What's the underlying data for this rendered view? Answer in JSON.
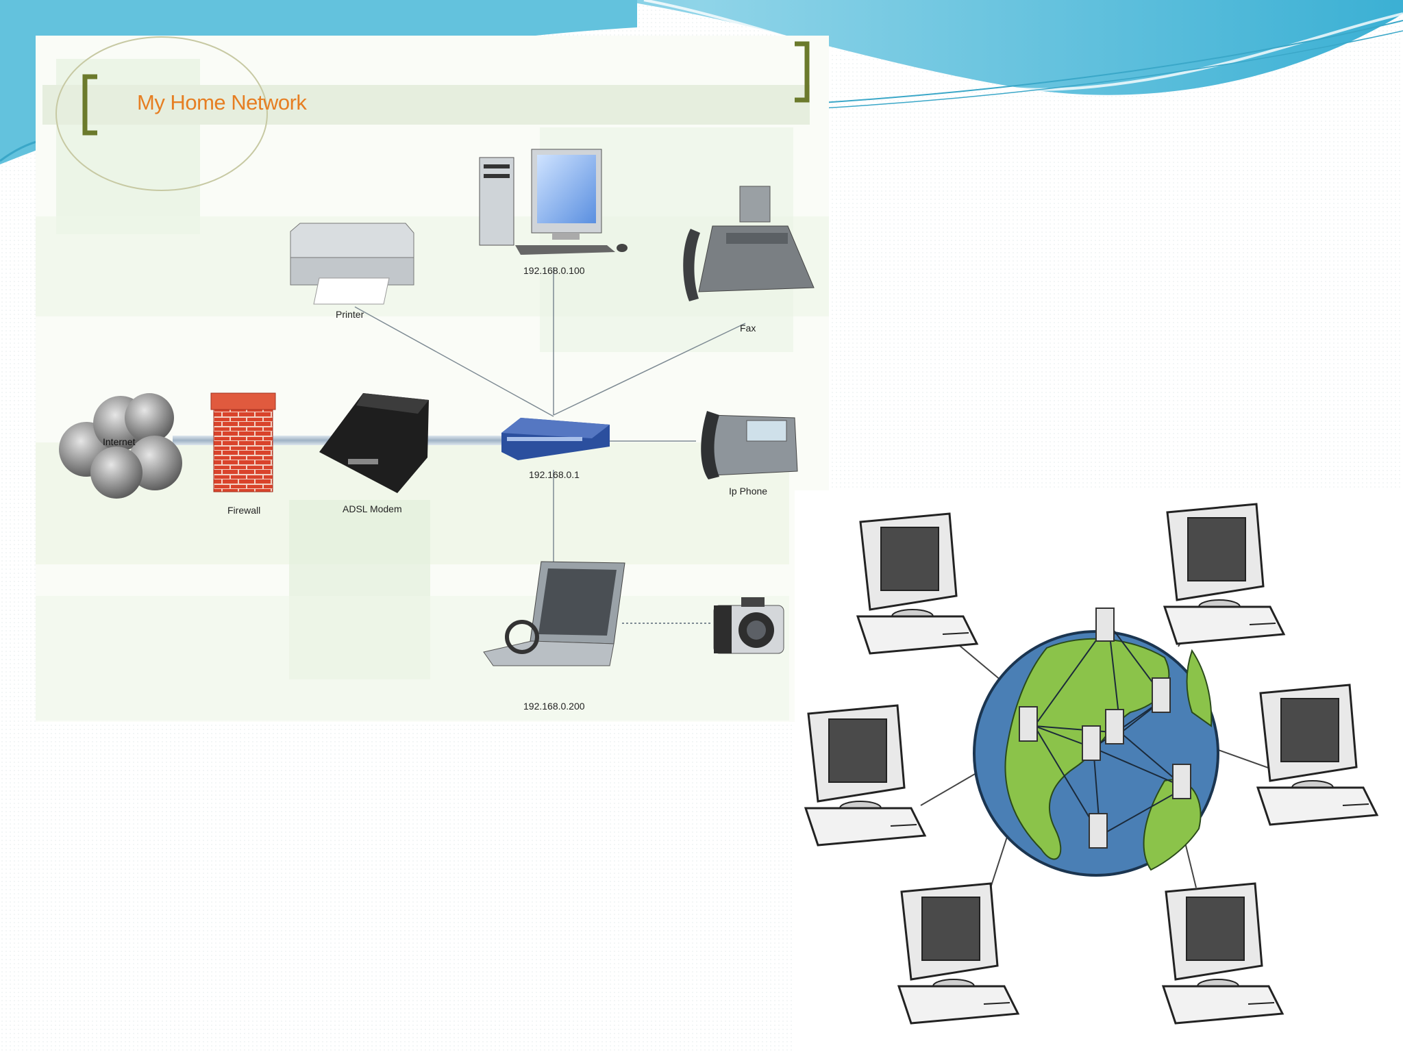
{
  "diagram_title": "My Home Network",
  "labels": {
    "internet": "Internet",
    "firewall": "Firewall",
    "modem": "ADSL Modem",
    "router_ip": "192.168.0.1",
    "desktop_ip": "192.168.0.100",
    "printer": "Printer",
    "fax": "Fax",
    "ip_phone": "Ip Phone",
    "laptop_ip": "192.168.0.200"
  },
  "colors": {
    "title": "#e67e22",
    "bracket": "#6b7a2c",
    "router": "#2b4f9e",
    "firewall_brick": "#d9432b",
    "globe_ocean": "#4a7fb5",
    "globe_land": "#8bc34a",
    "wave": "#5bc0de"
  },
  "icons": [
    "cloud-icon",
    "firewall-icon",
    "modem-icon",
    "router-icon",
    "desktop-computer-icon",
    "printer-icon",
    "fax-icon",
    "ip-phone-icon",
    "laptop-icon",
    "camera-icon",
    "globe-icon",
    "server-icon",
    "monitor-icon"
  ]
}
